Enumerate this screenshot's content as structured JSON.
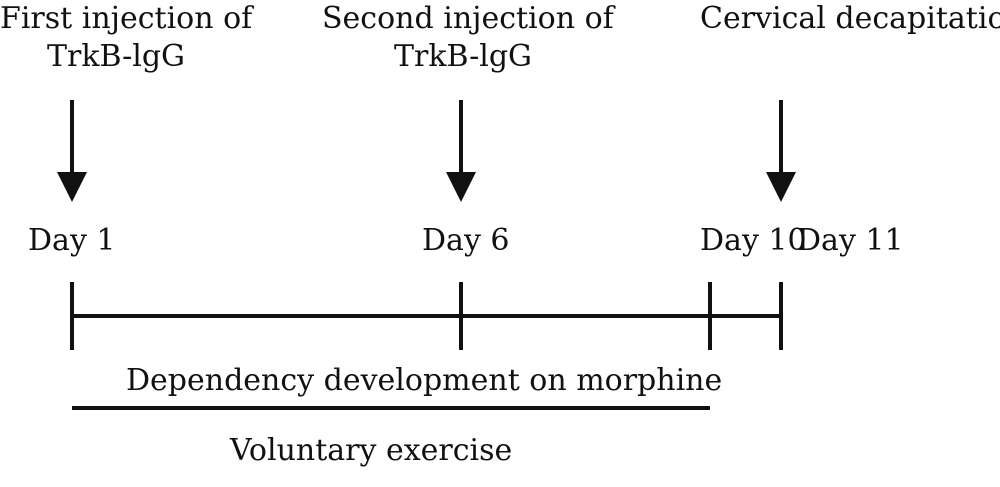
{
  "events": [
    {
      "line1": "First injection of",
      "line2": "TrkB-lgG"
    },
    {
      "line1": "Second injection of",
      "line2": "TrkB-lgG"
    },
    {
      "line1": "Cervical decapitation",
      "line2": ""
    }
  ],
  "days": {
    "d1": "Day 1",
    "d6": "Day 6",
    "d10": "Day 10",
    "d11": "Day 11"
  },
  "periods": {
    "dependency": "Dependency development on morphine",
    "exercise": "Voluntary exercise"
  }
}
